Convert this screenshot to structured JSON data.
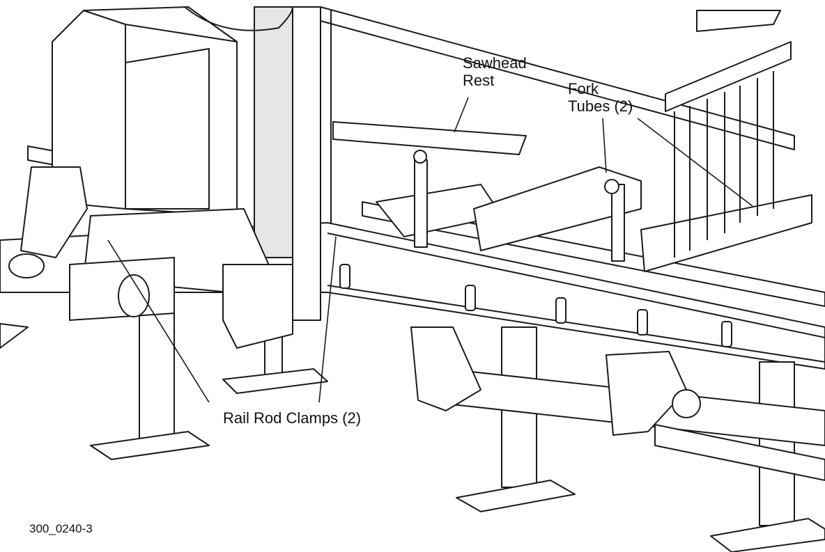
{
  "callouts": {
    "sawhead_rest": {
      "line1": "Sawhead",
      "line2": "Rest"
    },
    "fork_tubes": {
      "line1": "Fork",
      "line2": "Tubes (2)"
    },
    "rail_rod_clamps": "Rail Rod Clamps (2)"
  },
  "figure_id": "300_0240-3",
  "colors": {
    "line": "#1a1a1a",
    "background": "#ffffff",
    "fill": "#ffffff",
    "shade": "#d9d9d9"
  }
}
